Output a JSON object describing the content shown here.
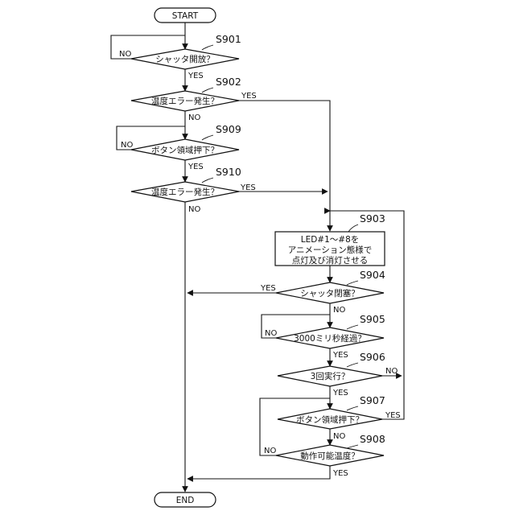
{
  "terminals": {
    "start": "START",
    "end": "END"
  },
  "steps": {
    "s901": {
      "id": "S901",
      "text": "シャッタ開放？"
    },
    "s902": {
      "id": "S902",
      "text": "温度エラー発生？"
    },
    "s909": {
      "id": "S909",
      "text": "ボタン領域押下？"
    },
    "s910": {
      "id": "S910",
      "text": "温度エラー発生？"
    },
    "s903": {
      "id": "S903",
      "lines": [
        "LED#1～#8を",
        "アニメーション態様で",
        "点灯及び消灯させる"
      ]
    },
    "s904": {
      "id": "S904",
      "text": "シャッタ閉塞？"
    },
    "s905": {
      "id": "S905",
      "text": "3000ミリ秒経過？"
    },
    "s906": {
      "id": "S906",
      "text": "3回実行？"
    },
    "s907": {
      "id": "S907",
      "text": "ボタン領域押下？"
    },
    "s908": {
      "id": "S908",
      "text": "動作可能温度？"
    }
  },
  "labels": {
    "yes": "YES",
    "no": "NO"
  }
}
